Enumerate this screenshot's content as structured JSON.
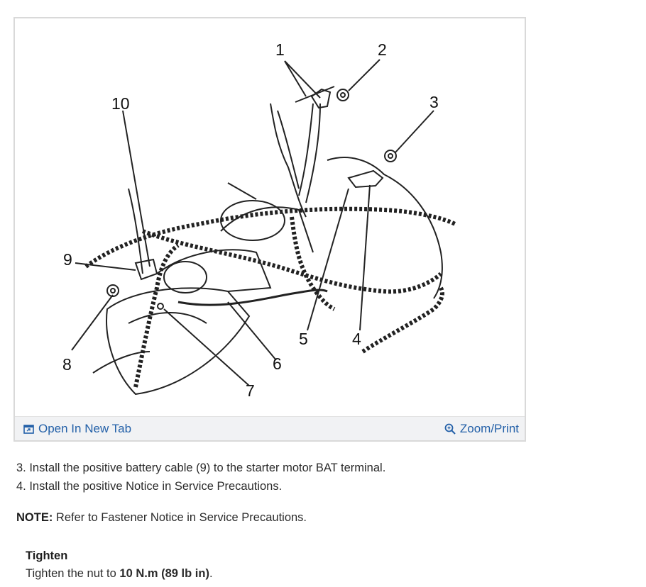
{
  "figure": {
    "callouts": [
      "1",
      "2",
      "3",
      "4",
      "5",
      "6",
      "7",
      "8",
      "9",
      "10"
    ],
    "open_tab_label": "Open In New Tab",
    "zoom_label": "Zoom/Print",
    "open_tab_icon": "open-new-tab-icon",
    "zoom_icon": "magnifier-icon",
    "link_color": "#2360a8"
  },
  "steps": [
    "3. Install the positive battery cable (9) to the starter motor BAT terminal.",
    "4. Install the positive Notice in Service Precautions."
  ],
  "note": {
    "label": "NOTE:",
    "text": " Refer to Fastener Notice in Service Precautions."
  },
  "tighten": {
    "heading": "Tighten",
    "prefix": "Tighten the nut to ",
    "value": "10 N.m (89 lb in)",
    "suffix": "."
  }
}
